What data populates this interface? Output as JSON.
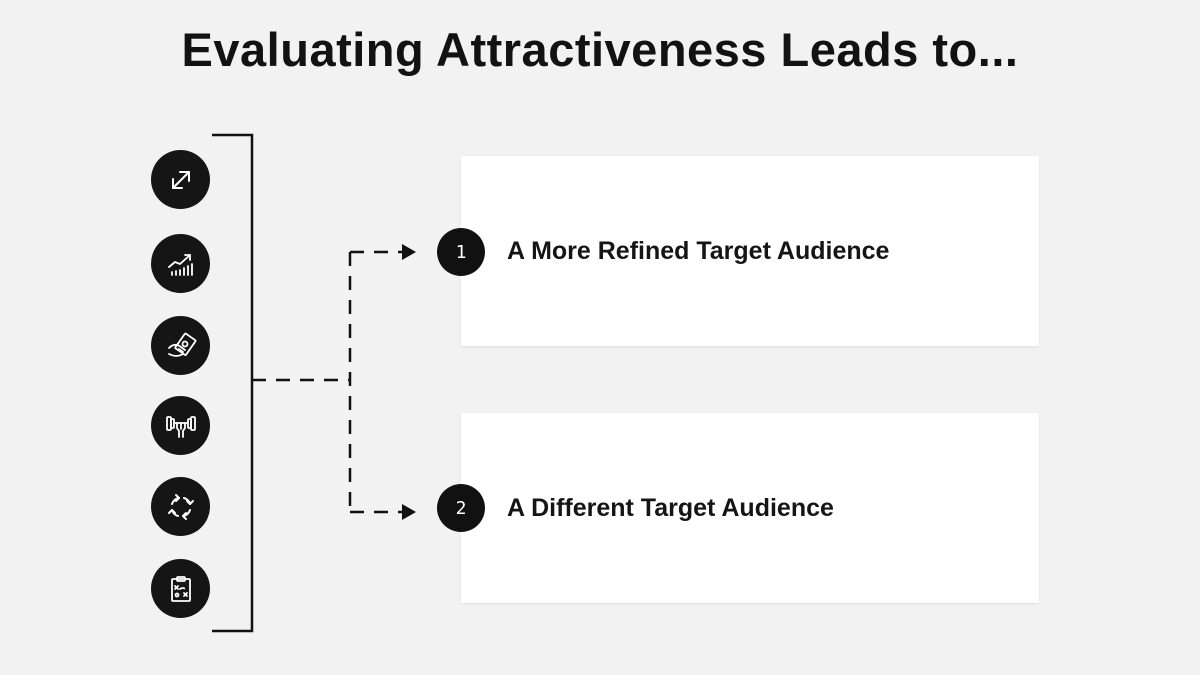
{
  "title": "Evaluating Attractiveness Leads to...",
  "icons": [
    "expand-arrows-icon",
    "growth-chart-icon",
    "money-hand-icon",
    "strength-dumbbell-icon",
    "cycle-arrows-icon",
    "strategy-clipboard-icon"
  ],
  "options": [
    {
      "number": "1",
      "label": "A More Refined Target Audience"
    },
    {
      "number": "2",
      "label": "A Different Target Audience"
    }
  ],
  "colors": {
    "background": "#f2f2f2",
    "card": "#ffffff",
    "ink": "#111111"
  }
}
